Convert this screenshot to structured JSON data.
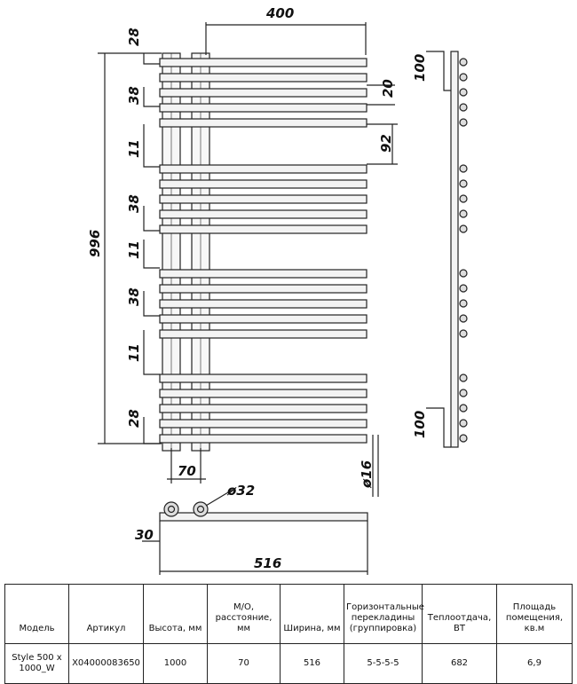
{
  "drawing": {
    "dims": {
      "top_width": "400",
      "left_top_gap": "28",
      "group_gap_1": "38",
      "gap_11_a": "11",
      "group_gap_2": "38",
      "gap_11_b": "11",
      "group_gap_3": "38",
      "gap_11_c": "11",
      "left_bottom_gap": "28",
      "total_height": "996",
      "bar_height": "20",
      "bar_spacing": "92",
      "side_top": "100",
      "side_bottom": "100",
      "pipe_diameter": "ø16",
      "connection_distance": "70",
      "inlet_diameter": "ø32",
      "wall_offset": "30",
      "overall_width": "516"
    }
  },
  "table": {
    "headers": [
      "Модель",
      "Артикул",
      "Высота, мм",
      "М/О, расстояние, мм",
      "Ширина, мм",
      "Горизонтальные перекладины (группировка)",
      "Теплоотдача, ВТ",
      "Площадь помещения, кв.м"
    ],
    "row": [
      "Style 500 x 1000_W",
      "X04000083650",
      "1000",
      "70",
      "516",
      "5-5-5-5",
      "682",
      "6,9"
    ]
  }
}
